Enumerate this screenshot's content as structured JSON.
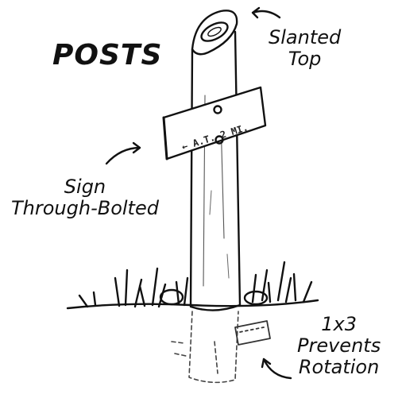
{
  "title": "POSTS",
  "callouts": {
    "slanted_top": [
      "Slanted",
      "Top"
    ],
    "sign_bolted": [
      "Sign",
      "Through-Bolted"
    ],
    "prevents_rotation": [
      "1x3",
      "Prevents",
      "Rotation"
    ]
  },
  "sign_text": "← A.T. 2 MI.",
  "colors": {
    "ink": "#111111",
    "background": "#ffffff"
  }
}
